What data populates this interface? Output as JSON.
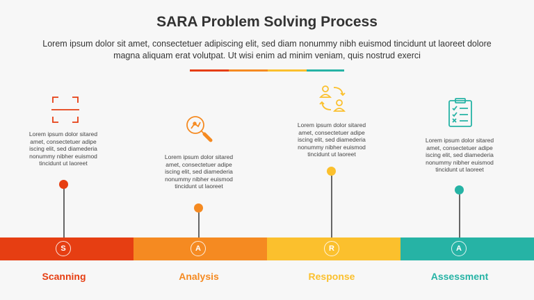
{
  "header": {
    "title": "SARA Problem Solving Process",
    "subtitle": "Lorem ipsum dolor sit amet, consectetuer adipiscing elit, sed diam nonummy nibh euismod tincidunt ut laoreet dolore magna aliquam erat volutpat. Ut wisi enim ad minim veniam, quis nostrud exerci"
  },
  "colors": {
    "scanning": "#e63e12",
    "analysis": "#f58a21",
    "response": "#fbc02d",
    "assessment": "#26b3a5"
  },
  "steps": [
    {
      "label": "Scanning",
      "letter": "S",
      "icon": "scan-frame-icon",
      "description": "Lorem ipsum dolor sitared amet, consectetuer adipe iscing elit, sed diamederia nonummy nibher euismod tincidunt ut laoreet"
    },
    {
      "label": "Analysis",
      "letter": "A",
      "icon": "magnifier-analysis-icon",
      "description": "Lorem ipsum dolor sitared amet, consectetuer adipe iscing elit, sed diamederia nonummy nibher euismod tincidunt ut laoreet"
    },
    {
      "label": "Response",
      "letter": "R",
      "icon": "people-exchange-icon",
      "description": "Lorem ipsum dolor sitared amet, consectetuer adipe iscing elit, sed diamederia nonummy nibher euismod tincidunt ut laoreet"
    },
    {
      "label": "Assessment",
      "letter": "A",
      "icon": "clipboard-checklist-icon",
      "description": "Lorem ipsum dolor sitared amet, consectetuer adipe iscing elit, sed diamederia nonummy nibher euismod tincidunt ut laoreet"
    }
  ]
}
